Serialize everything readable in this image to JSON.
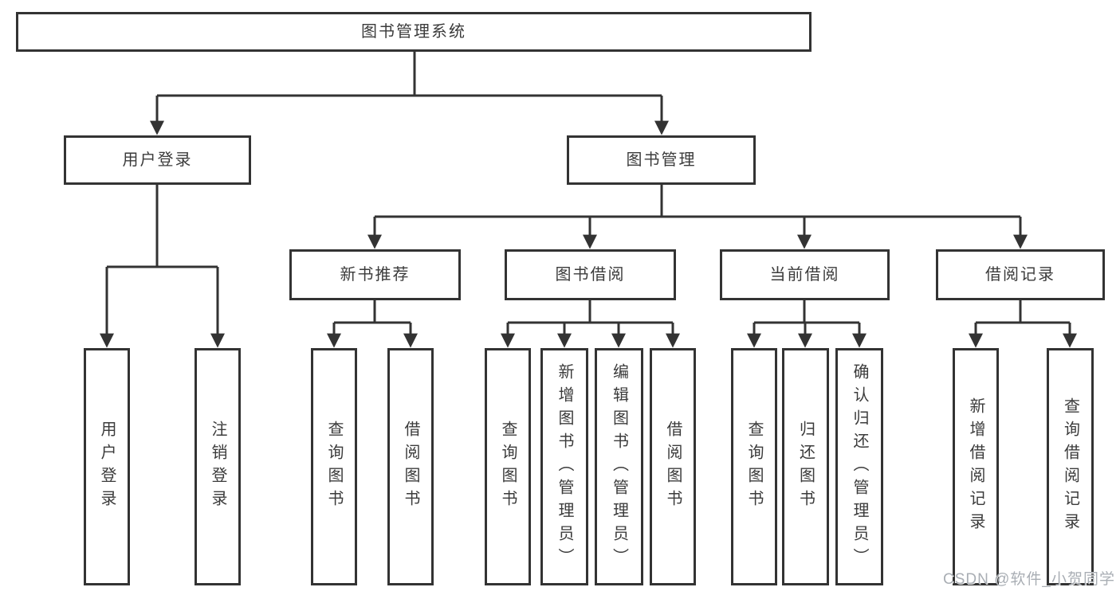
{
  "colors": {
    "line": "#333333",
    "box_border": "#333333",
    "text": "#3b3b3b",
    "watermark": "#a9aeb4",
    "background": "#ffffff"
  },
  "watermark": {
    "text": "CSDN @软件_小贺同学"
  },
  "tree": {
    "root": {
      "label": "图书管理系统"
    },
    "level2": [
      {
        "label": "用户登录"
      },
      {
        "label": "图书管理"
      }
    ],
    "level3": [
      {
        "label": "新书推荐"
      },
      {
        "label": "图书借阅"
      },
      {
        "label": "当前借阅"
      },
      {
        "label": "借阅记录"
      }
    ],
    "leaves": [
      {
        "parent": "用户登录",
        "items": [
          "用户登录",
          "注销登录"
        ]
      },
      {
        "parent": "新书推荐",
        "items": [
          "查询图书",
          "借阅图书"
        ]
      },
      {
        "parent": "图书借阅",
        "items": [
          "查询图书",
          "新增图书（管理员）",
          "编辑图书（管理员）",
          "借阅图书"
        ]
      },
      {
        "parent": "当前借阅",
        "items": [
          "查询图书",
          "归还图书",
          "确认归还（管理员）"
        ]
      },
      {
        "parent": "借阅记录",
        "items": [
          "新增借阅记录",
          "查询借阅记录"
        ]
      }
    ]
  }
}
